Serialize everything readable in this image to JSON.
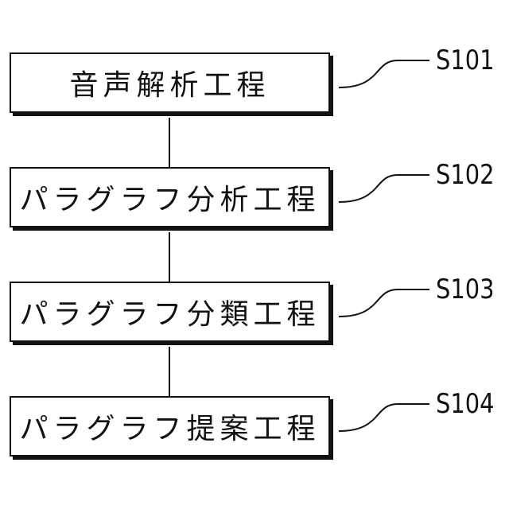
{
  "steps": [
    {
      "id": "S101",
      "label": "音声解析工程"
    },
    {
      "id": "S102",
      "label": "パラグラフ分析工程"
    },
    {
      "id": "S103",
      "label": "パラグラフ分類工程"
    },
    {
      "id": "S104",
      "label": "パラグラフ提案工程"
    }
  ]
}
